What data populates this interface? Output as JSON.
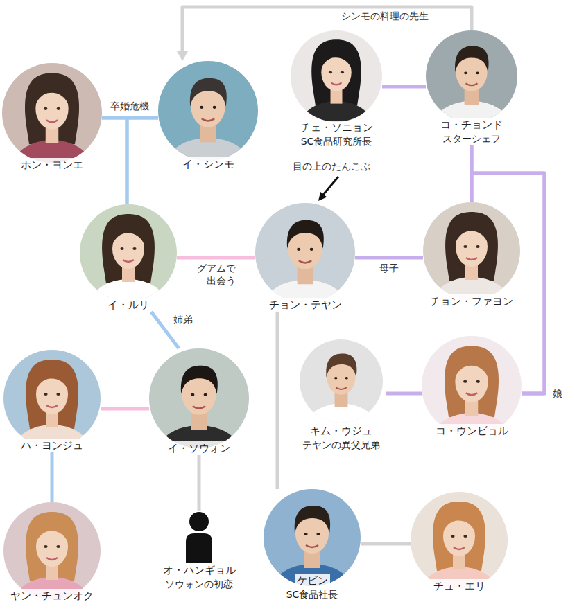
{
  "diagram": {
    "nodes": [
      {
        "text": [
          "ホン・ヨンエ"
        ]
      },
      {
        "text": [
          "イ・シンモ"
        ]
      },
      {
        "text": [
          "チェ・ソニョン",
          "SC食品研究所長"
        ]
      },
      {
        "text": [
          "コ・チョンド",
          "スターシェフ"
        ]
      },
      {
        "text": [
          "イ・ルリ"
        ]
      },
      {
        "text": [
          "チョン・テヤン"
        ]
      },
      {
        "text": [
          "チョン・ファヨン"
        ]
      },
      {
        "text": [
          "ハ・ヨンジュ"
        ]
      },
      {
        "text": [
          "イ・ソウォン"
        ]
      },
      {
        "text": [
          "キム・ウジュ",
          "テヤンの異父兄弟"
        ]
      },
      {
        "text": [
          "コ・ウンビョル"
        ]
      },
      {
        "text": [
          "ヤン・チュンオク"
        ]
      },
      {
        "text": [
          "オ・ハンギョル",
          "ソウォンの初恋"
        ]
      },
      {
        "text": [
          "ケビン",
          "SC食品社長"
        ]
      },
      {
        "text": [
          "チュ・エリ"
        ]
      }
    ],
    "edges": [
      {
        "from": 3,
        "to": 1,
        "label": "シンモの料理の先生",
        "arrow": "to"
      },
      {
        "from": 0,
        "to": 1,
        "label": "卒婚危機",
        "arrow": "none"
      },
      {
        "from": 0,
        "to": 4,
        "arrow": "none"
      },
      {
        "from": 1,
        "to": 4,
        "arrow": "none"
      },
      {
        "from": 2,
        "to": 3,
        "arrow": "none"
      },
      {
        "from": 4,
        "to": 5,
        "label": "グアムで 出会う",
        "arrow": "none"
      },
      {
        "from": 5,
        "to": 6,
        "label": "母子",
        "arrow": "none"
      },
      {
        "from": 3,
        "to": 6,
        "arrow": "none"
      },
      {
        "from": 3,
        "to": 10,
        "label": "娘",
        "arrow": "none"
      },
      {
        "from": 6,
        "to": 10,
        "arrow": "none"
      },
      {
        "from": 4,
        "to": 8,
        "label": "姉弟",
        "arrow": "none"
      },
      {
        "from": 7,
        "to": 8,
        "arrow": "none"
      },
      {
        "from": 7,
        "to": 11,
        "arrow": "none"
      },
      {
        "from": 8,
        "to": 12,
        "arrow": "none"
      },
      {
        "from": 9,
        "to": 10,
        "arrow": "none"
      },
      {
        "from": 5,
        "to": 13,
        "arrow": "none"
      },
      {
        "from": 13,
        "to": 14,
        "arrow": "none"
      }
    ],
    "labels": [
      "目の上のたんこぶ"
    ]
  }
}
